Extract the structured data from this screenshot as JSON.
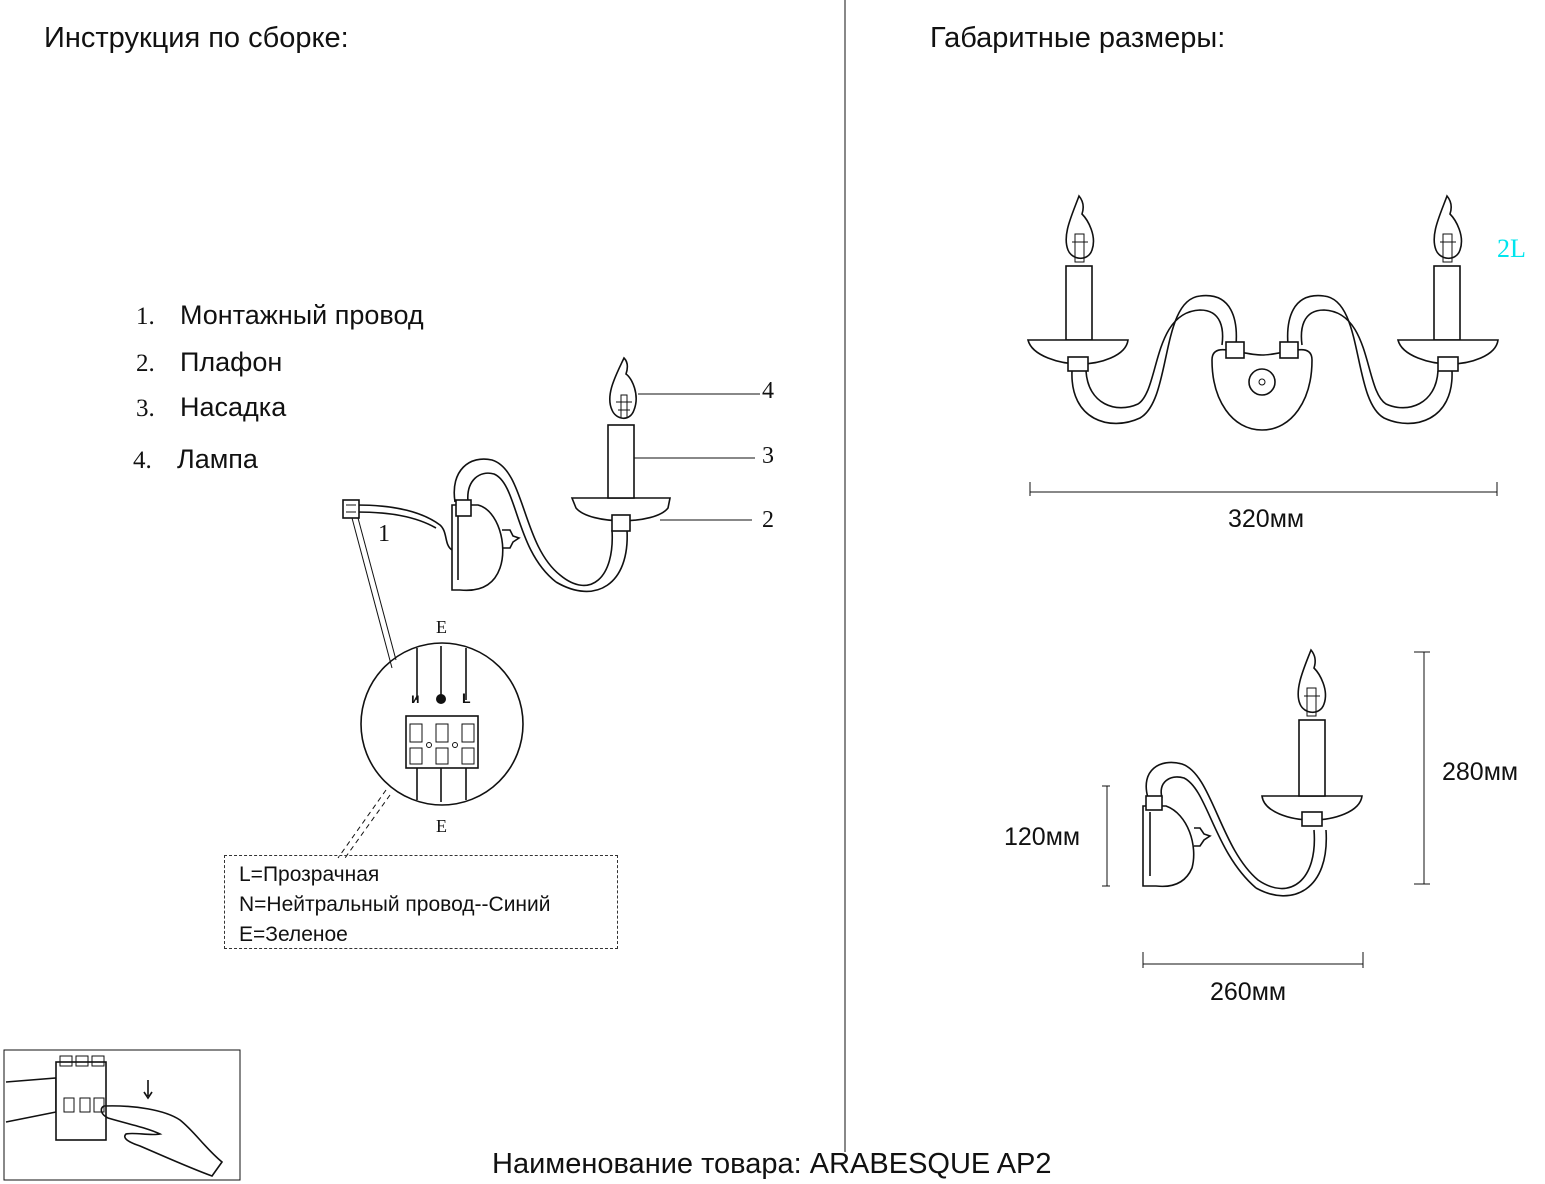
{
  "headings": {
    "assembly": "Инструкция по сборке:",
    "dimensions": "Габаритные размеры:"
  },
  "parts": [
    {
      "num": "1.",
      "label": "Монтажный провод"
    },
    {
      "num": "2.",
      "label": "Плафон"
    },
    {
      "num": "3.",
      "label": "Насадка"
    },
    {
      "num": "4.",
      "label": "Лампа"
    }
  ],
  "callouts": {
    "c1": "1",
    "c2": "2",
    "c3": "3",
    "c4": "4"
  },
  "terminal": {
    "top": "E",
    "bottom": "E",
    "n": "и",
    "l": "L"
  },
  "legend": [
    "L=Прозрачная",
    "N=Нейтральный провод--Синий",
    "E=Зеленое"
  ],
  "variant": "2L",
  "dims": {
    "width_2l": "320мм",
    "height": "280мм",
    "depth_plate": "120мм",
    "width_1l": "260мм"
  },
  "product": "Наименование товара: ARABESQUE AP2",
  "icons": {
    "safety": "power-off-breaker-icon"
  }
}
